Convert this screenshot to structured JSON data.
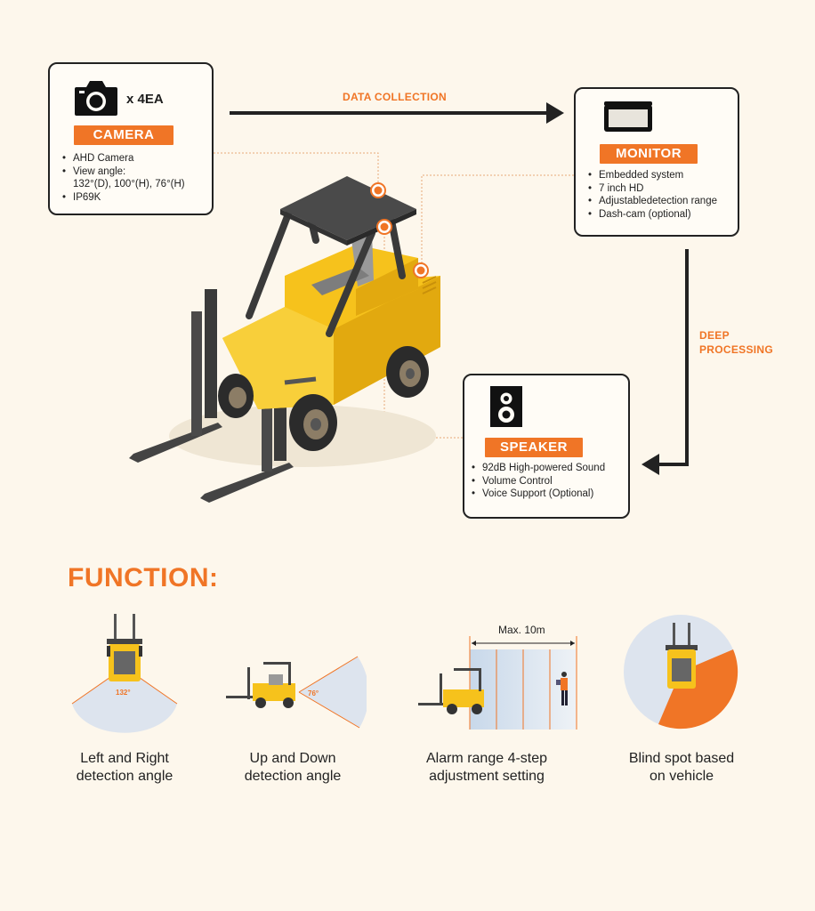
{
  "camera": {
    "qty": "x 4EA",
    "title": "CAMERA",
    "specs": [
      "AHD Camera",
      "View angle:",
      "132°(D), 100°(H), 76°(H)",
      "IP69K"
    ]
  },
  "monitor": {
    "title": "MONITOR",
    "specs": [
      "Embedded system",
      "7 inch HD",
      "Adjustabledetection range",
      "Dash-cam (optional)"
    ]
  },
  "speaker": {
    "title": "SPEAKER",
    "specs": [
      "92dB High-powered Sound",
      "Volume Control",
      "Voice Support (Optional)"
    ]
  },
  "flows": {
    "data_collection": "DATA COLLECTION",
    "deep_processing_1": "DEEP",
    "deep_processing_2": "PROCESSING"
  },
  "function": {
    "heading": "FUNCTION:",
    "angle_lr": "132°",
    "angle_ud": "76°",
    "max_range": "Max. 10m",
    "captions": [
      {
        "line1": "Left and Right",
        "line2": "detection angle"
      },
      {
        "line1": "Up and Down",
        "line2": "detection angle"
      },
      {
        "line1": "Alarm range 4-step",
        "line2": "adjustment setting"
      },
      {
        "line1": "Blind spot based",
        "line2": "on vehicle"
      }
    ]
  },
  "colors": {
    "accent": "#f07526",
    "background": "#fdf7ec",
    "forklift_yellow": "#f6c21c",
    "border": "#222222"
  },
  "icons": [
    "camera-icon",
    "monitor-icon",
    "speaker-icon",
    "forklift-illustration"
  ]
}
